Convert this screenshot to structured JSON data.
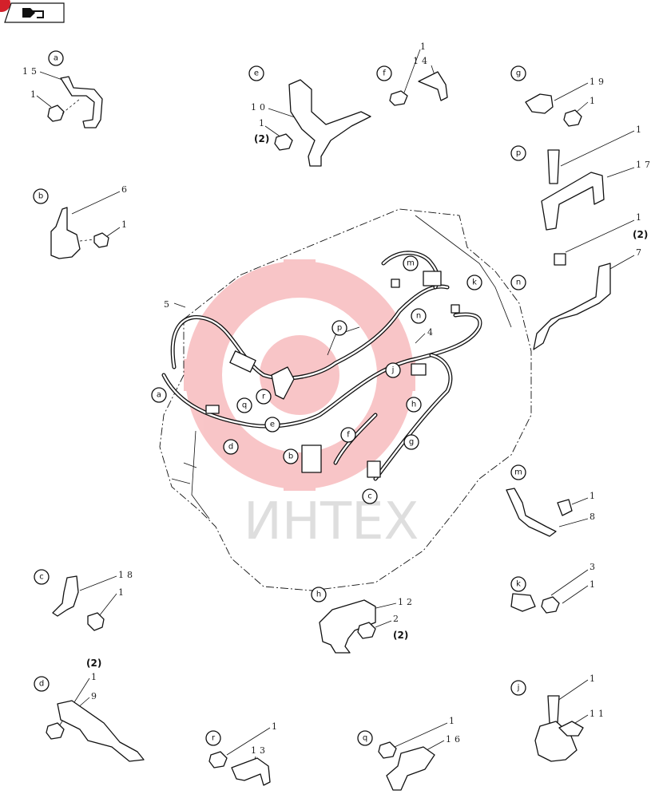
{
  "nav": {
    "back_icon": "book-arrow-icon",
    "badge_color": "#d3202a"
  },
  "watermark": {
    "text": "ИНТЕХ",
    "color": "#e8333b"
  },
  "center": {
    "callouts": {
      "c4": "4",
      "c5": "5"
    },
    "letters": {
      "m": "m",
      "k": "k",
      "n": "n",
      "p": "p",
      "j": "j",
      "r": "r",
      "a": "a",
      "q": "q",
      "e": "e",
      "h": "h",
      "d": "d",
      "f": "f",
      "b": "b",
      "g": "g",
      "c": "c"
    }
  },
  "details": {
    "a": {
      "letter": "a",
      "n1": "15",
      "n2": "1"
    },
    "b": {
      "letter": "b",
      "n1": "6",
      "n2": "1"
    },
    "c": {
      "letter": "c",
      "n1": "18",
      "n2": "1"
    },
    "d": {
      "letter": "d",
      "n1": "1",
      "n2": "9",
      "qty": "(2)"
    },
    "e": {
      "letter": "e",
      "n1": "10",
      "n2": "1",
      "qty": "(2)"
    },
    "f": {
      "letter": "f",
      "n1": "1",
      "n2": "14"
    },
    "g": {
      "letter": "g",
      "n1": "19",
      "n2": "1"
    },
    "p": {
      "letter": "p",
      "n1": "1",
      "n2": "17"
    },
    "n": {
      "letter": "n",
      "n1": "1",
      "n2": "7",
      "qty": "(2)"
    },
    "m": {
      "letter": "m",
      "n1": "1",
      "n2": "8"
    },
    "k": {
      "letter": "k",
      "n1": "3",
      "n2": "1"
    },
    "h": {
      "letter": "h",
      "n1": "12",
      "n2": "2",
      "qty": "(2)"
    },
    "j": {
      "letter": "j",
      "n1": "1",
      "n2": "11"
    },
    "r": {
      "letter": "r",
      "n1": "1",
      "n2": "13"
    },
    "q": {
      "letter": "q",
      "n1": "1",
      "n2": "16"
    }
  }
}
